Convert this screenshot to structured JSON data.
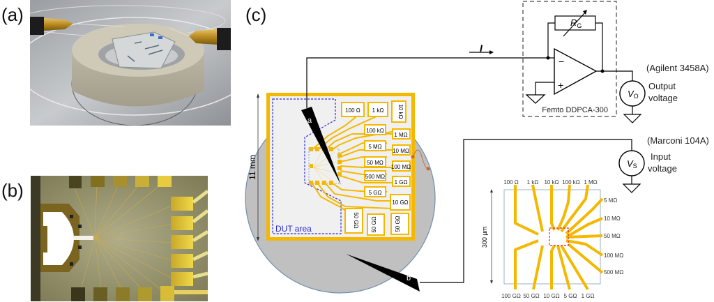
{
  "panels": {
    "a": {
      "label": "(a)",
      "description": "photo of chip on ceramic holder with two gold probe tips"
    },
    "b": {
      "label": "(b)",
      "description": "micrograph of DUT area with gold pads and fine radial lines"
    },
    "c": {
      "label": "(c)"
    }
  },
  "chip": {
    "size_label": "11 mm",
    "dut_label": "DUT area",
    "probe_a": "a",
    "probe_b": "b",
    "resistors": [
      "100 Ω",
      "1 kΩ",
      "10 kΩ",
      "100 kΩ",
      "1 MΩ",
      "5 MΩ",
      "10 MΩ",
      "50 MΩ",
      "100 MΩ",
      "500 MΩ",
      "1 GΩ",
      "5 GΩ",
      "10 GΩ",
      "50 GΩ",
      "50 GΩ",
      "50 GΩ"
    ]
  },
  "circuit": {
    "current_label": "I",
    "feedback_resistor": "R",
    "feedback_sub": "G",
    "minus": "−",
    "plus": "+",
    "amplifier_name": "Femto DDPCA-300",
    "output_meter": "(Agilent 3458A)",
    "output_symbol": "V",
    "output_sub": "O",
    "output_label_1": "Output",
    "output_label_2": "voltage",
    "input_source": "(Marconi 104A)",
    "input_symbol": "V",
    "input_sub": "S",
    "input_label_1": "Input",
    "input_label_2": "voltage"
  },
  "inset": {
    "size_label": "300 µm",
    "top_labels": [
      "100 Ω",
      "1 kΩ",
      "10 kΩ",
      "100 kΩ",
      "1 MΩ"
    ],
    "right_labels": [
      "5 MΩ",
      "10 MΩ",
      "50 MΩ",
      "100 MΩ",
      "500 MΩ"
    ],
    "bottom_labels": [
      "100 GΩ",
      "50 GΩ",
      "10 GΩ",
      "5 GΩ",
      "1 GΩ"
    ]
  },
  "colors": {
    "gold": "#f5b800",
    "wafer": "#c0c0c0",
    "dut_dash": "#2b2bcf",
    "red_dash": "#e02020",
    "wire": "#c86a30"
  }
}
